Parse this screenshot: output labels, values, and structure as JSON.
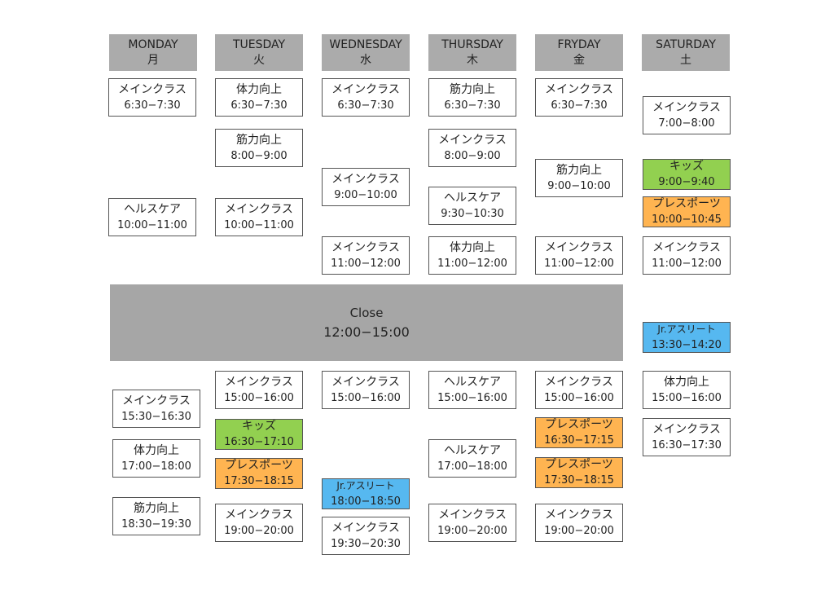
{
  "days": [
    {
      "en": "MONDAY",
      "jp": "月"
    },
    {
      "en": "TUESDAY",
      "jp": "火"
    },
    {
      "en": "WEDNESDAY",
      "jp": "水"
    },
    {
      "en": "THURSDAY",
      "jp": "木"
    },
    {
      "en": "FRYDAY",
      "jp": "金"
    },
    {
      "en": "SATURDAY",
      "jp": "土"
    }
  ],
  "close": {
    "label": "Close",
    "time": "12:00−15:00"
  },
  "colors": {
    "header": "#ababab",
    "close": "#a6a6a6",
    "kids": "#92d050",
    "press_sports": "#ffb451",
    "jr_athlete": "#56b8f0"
  },
  "classes": [
    {
      "name": "メインクラス",
      "time": "6:30−7:30",
      "type": "normal"
    },
    {
      "name": "ヘルスケア",
      "time": "10:00−11:00",
      "type": "normal"
    },
    {
      "name": "メインクラス",
      "time": "15:30−16:30",
      "type": "normal"
    },
    {
      "name": "体力向上",
      "time": "17:00−18:00",
      "type": "normal"
    },
    {
      "name": "筋力向上",
      "time": "18:30−19:30",
      "type": "normal"
    },
    {
      "name": "体力向上",
      "time": "6:30−7:30",
      "type": "normal"
    },
    {
      "name": "筋力向上",
      "time": "8:00−9:00",
      "type": "normal"
    },
    {
      "name": "メインクラス",
      "time": "10:00−11:00",
      "type": "normal"
    },
    {
      "name": "メインクラス",
      "time": "15:00−16:00",
      "type": "normal"
    },
    {
      "name": "キッズ",
      "time": "16:30−17:10",
      "type": "kids"
    },
    {
      "name": "プレスポーツ",
      "time": "17:30−18:15",
      "type": "press"
    },
    {
      "name": "メインクラス",
      "time": "19:00−20:00",
      "type": "normal"
    },
    {
      "name": "メインクラス",
      "time": "6:30−7:30",
      "type": "normal"
    },
    {
      "name": "メインクラス",
      "time": "9:00−10:00",
      "type": "normal"
    },
    {
      "name": "メインクラス",
      "time": "11:00−12:00",
      "type": "normal"
    },
    {
      "name": "メインクラス",
      "time": "15:00−16:00",
      "type": "normal"
    },
    {
      "name": "Jr.アスリート",
      "time": "18:00−18:50",
      "type": "jr"
    },
    {
      "name": "メインクラス",
      "time": "19:30−20:30",
      "type": "normal"
    },
    {
      "name": "筋力向上",
      "time": "6:30−7:30",
      "type": "normal"
    },
    {
      "name": "メインクラス",
      "time": "8:00−9:00",
      "type": "normal"
    },
    {
      "name": "ヘルスケア",
      "time": "9:30−10:30",
      "type": "normal"
    },
    {
      "name": "体力向上",
      "time": "11:00−12:00",
      "type": "normal"
    },
    {
      "name": "ヘルスケア",
      "time": "15:00−16:00",
      "type": "normal"
    },
    {
      "name": "ヘルスケア",
      "time": "17:00−18:00",
      "type": "normal"
    },
    {
      "name": "メインクラス",
      "time": "19:00−20:00",
      "type": "normal"
    },
    {
      "name": "メインクラス",
      "time": "6:30−7:30",
      "type": "normal"
    },
    {
      "name": "筋力向上",
      "time": "9:00−10:00",
      "type": "normal"
    },
    {
      "name": "メインクラス",
      "time": "11:00−12:00",
      "type": "normal"
    },
    {
      "name": "メインクラス",
      "time": "15:00−16:00",
      "type": "normal"
    },
    {
      "name": "プレスポーツ",
      "time": "16:30−17:15",
      "type": "press"
    },
    {
      "name": "プレスポーツ",
      "time": "17:30−18:15",
      "type": "press"
    },
    {
      "name": "メインクラス",
      "time": "19:00−20:00",
      "type": "normal"
    },
    {
      "name": "メインクラス",
      "time": "7:00−8:00",
      "type": "normal"
    },
    {
      "name": "キッズ",
      "time": "9:00−9:40",
      "type": "kids"
    },
    {
      "name": "プレスポーツ",
      "time": "10:00−10:45",
      "type": "press"
    },
    {
      "name": "メインクラス",
      "time": "11:00−12:00",
      "type": "normal"
    },
    {
      "name": "Jr.アスリート",
      "time": "13:30−14:20",
      "type": "jr"
    },
    {
      "name": "体力向上",
      "time": "15:00−16:00",
      "type": "normal"
    },
    {
      "name": "メインクラス",
      "time": "16:30−17:30",
      "type": "normal"
    }
  ]
}
